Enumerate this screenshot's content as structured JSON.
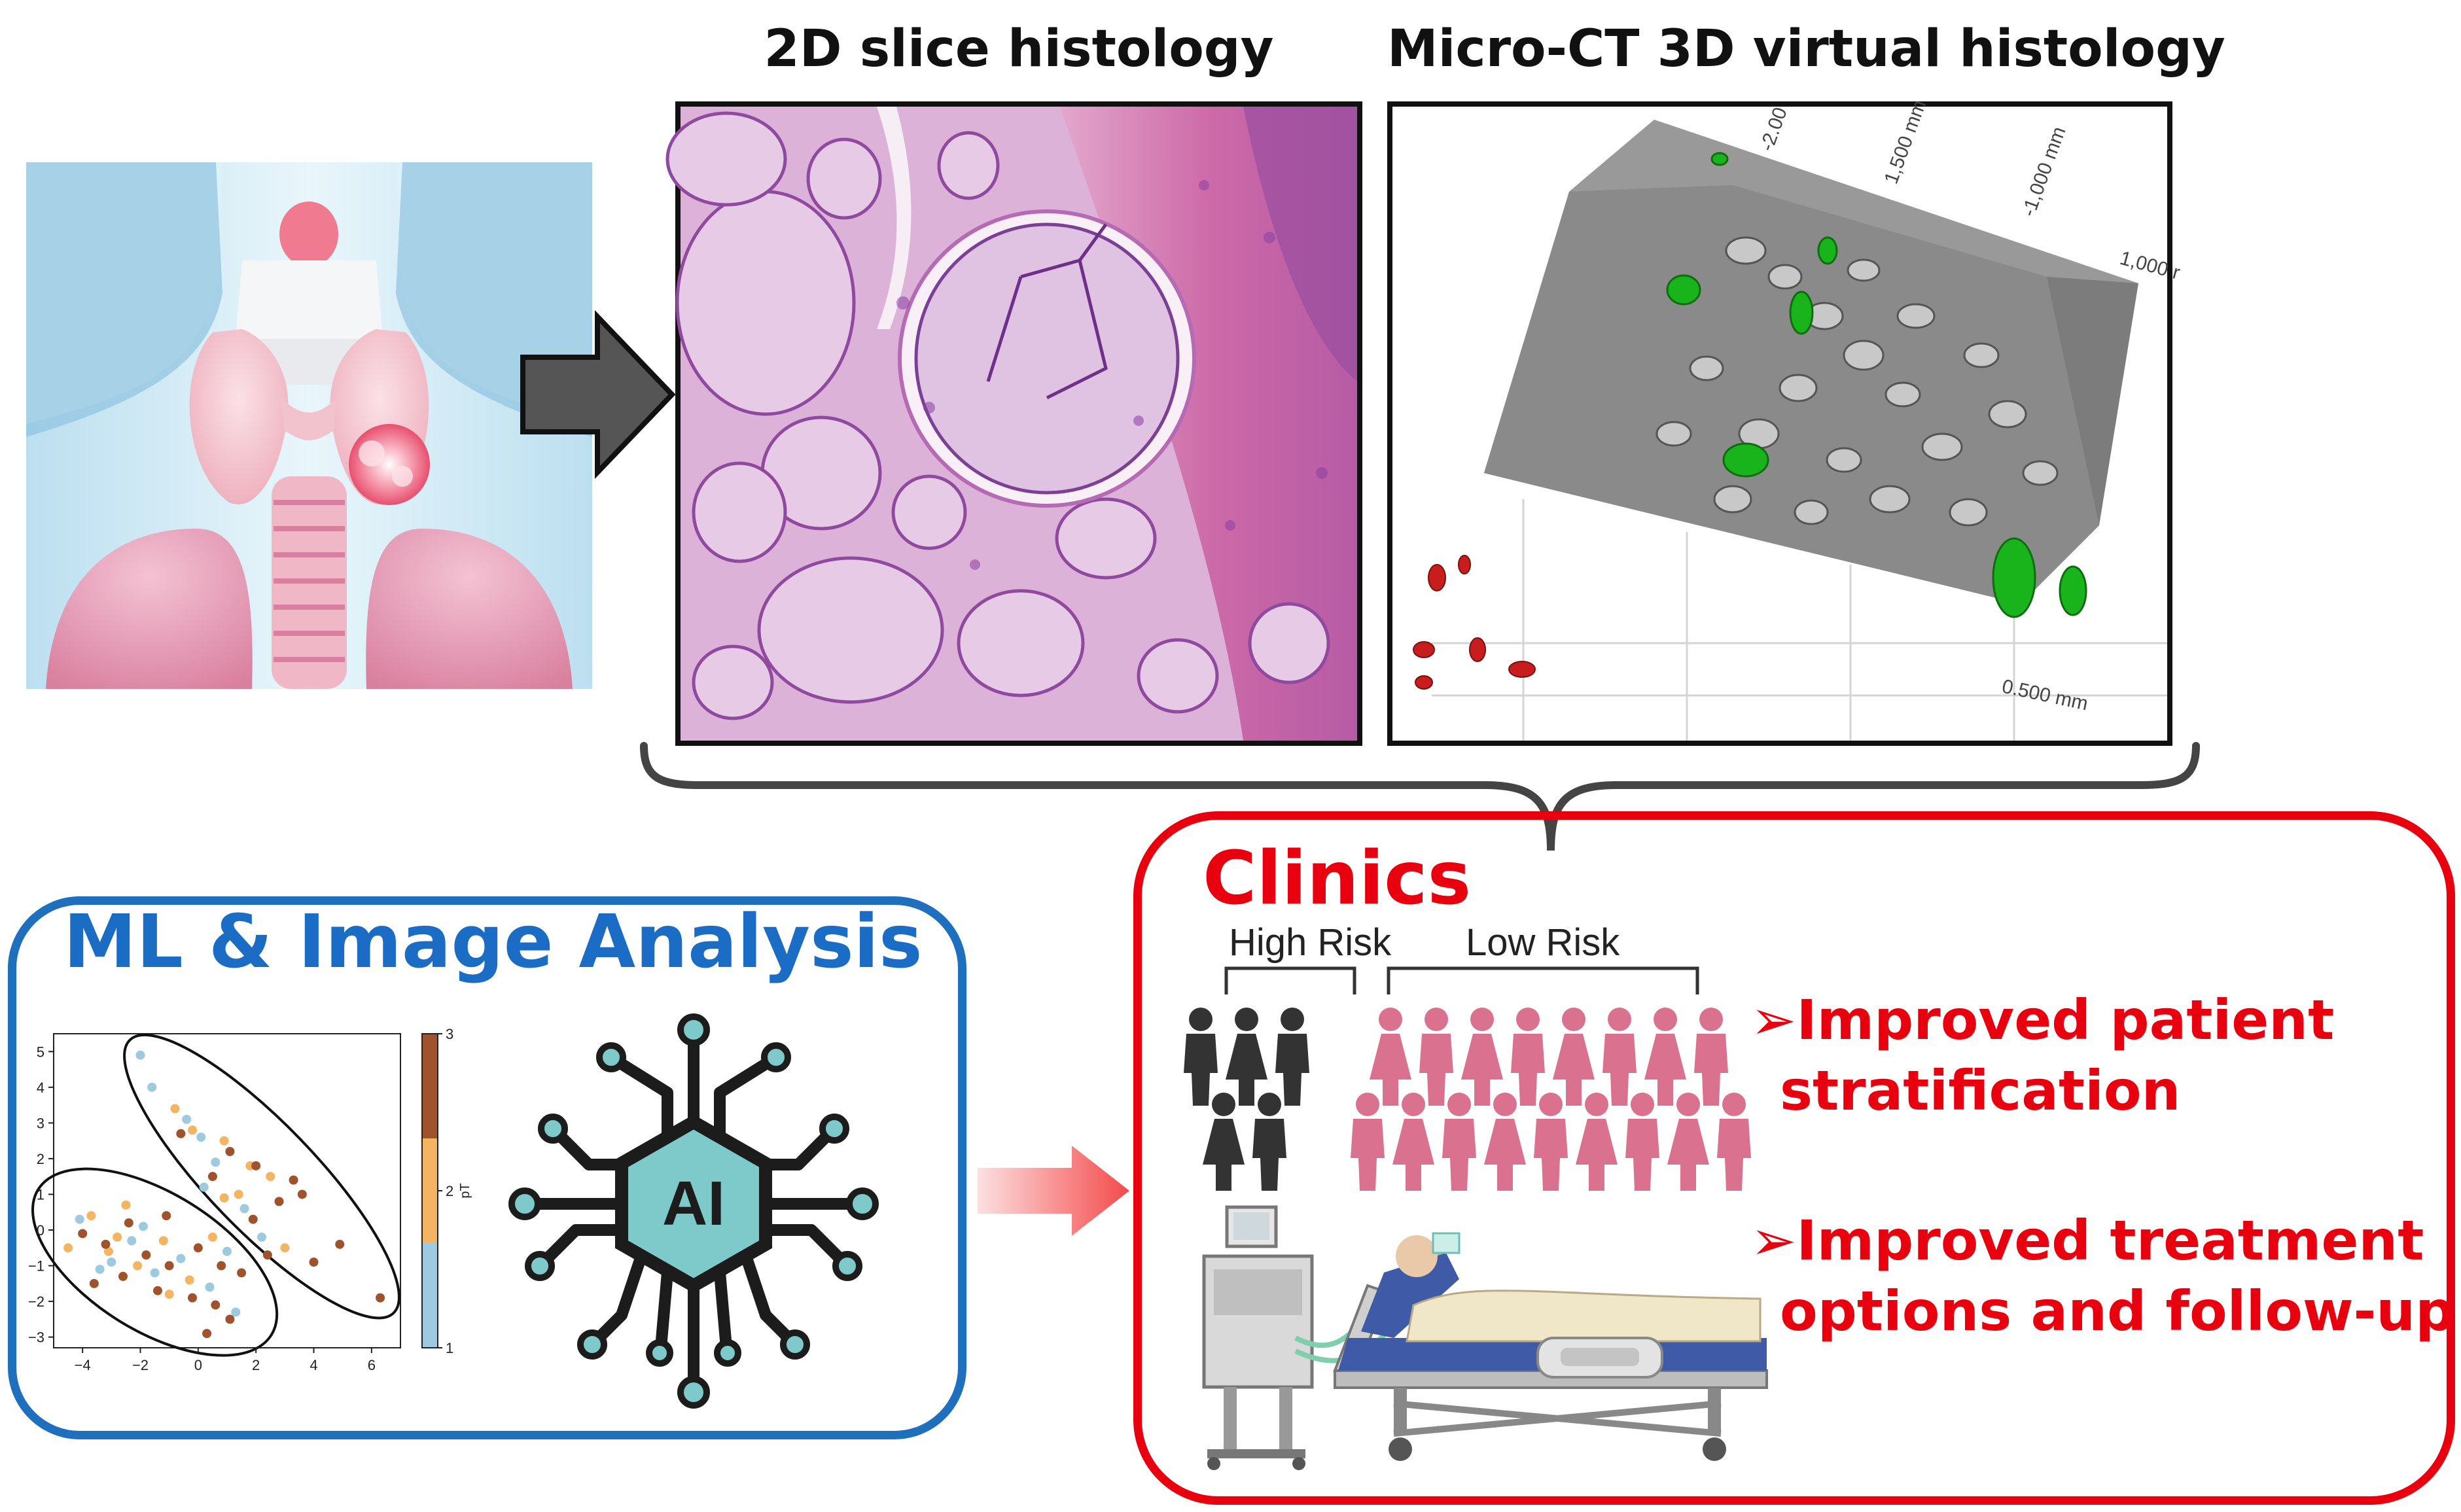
{
  "panels": {
    "histology_2d_title": "2D slice histology",
    "microct_title": "Micro-CT 3D virtual histology",
    "microct_scale_labels": [
      "-2.00",
      "1,500 mm",
      "-1,000 mm",
      "1,000 r",
      "0.500 mm"
    ]
  },
  "ml_box": {
    "title": "ML & Image Analysis",
    "ai_label": "AI",
    "colorbar_label": "pT",
    "colors": {
      "border": "#1f6fbf",
      "title": "#1a6cc4"
    }
  },
  "clinics_box": {
    "title": "Clinics",
    "high_risk_label": "High Risk",
    "low_risk_label": "Low Risk",
    "bullet_1_line_1": "Improved patient",
    "bullet_1_line_2": "stratification",
    "bullet_2_line_1": "Improved treatment",
    "bullet_2_line_2": "options and follow-up",
    "bullet_marker": "➢",
    "colors": {
      "border": "#e8000e",
      "text": "#e8000e",
      "high_risk": "#333333",
      "low_risk": "#d9718f"
    }
  },
  "chart_data": {
    "type": "scatter",
    "title": "",
    "xlabel": "",
    "ylabel": "",
    "xlim": [
      -5,
      7
    ],
    "ylim": [
      -3.3,
      5.5
    ],
    "xticks": [
      -4,
      -2,
      0,
      2,
      4,
      6
    ],
    "yticks": [
      -3,
      -2,
      -1,
      0,
      1,
      2,
      3,
      4,
      5
    ],
    "colorbar": {
      "label": "pT",
      "ticks": [
        1,
        2,
        3
      ],
      "colors": [
        "#9ecae1",
        "#f3b562",
        "#a0522d"
      ]
    },
    "series": [
      {
        "values": [
          [
            -2.0,
            4.9
          ],
          [
            -1.6,
            4.0
          ],
          [
            -0.4,
            3.1
          ],
          [
            0.2,
            1.2
          ],
          [
            0.6,
            1.9
          ],
          [
            1.6,
            0.6
          ],
          [
            2.2,
            -0.2
          ],
          [
            -4.1,
            0.3
          ],
          [
            -3.0,
            -0.9
          ],
          [
            -2.3,
            -0.3
          ],
          [
            -1.5,
            -1.2
          ],
          [
            -0.6,
            -0.8
          ],
          [
            0.4,
            -1.6
          ],
          [
            1.3,
            -2.3
          ],
          [
            -3.4,
            -1.1
          ],
          [
            0.1,
            2.6
          ],
          [
            -1.9,
            0.1
          ],
          [
            1.0,
            -0.6
          ]
        ]
      },
      {
        "values": [
          [
            -0.8,
            3.4
          ],
          [
            -0.2,
            2.8
          ],
          [
            0.9,
            2.5
          ],
          [
            1.4,
            1.0
          ],
          [
            2.5,
            1.5
          ],
          [
            3.0,
            -0.5
          ],
          [
            -4.5,
            -0.5
          ],
          [
            -3.7,
            0.4
          ],
          [
            -2.8,
            -0.2
          ],
          [
            -2.1,
            -1.0
          ],
          [
            -1.2,
            -0.3
          ],
          [
            -0.3,
            -1.4
          ],
          [
            0.5,
            -0.2
          ],
          [
            -3.1,
            -0.6
          ],
          [
            -1.0,
            -1.8
          ],
          [
            0.9,
            0.9
          ],
          [
            -2.5,
            0.7
          ],
          [
            1.8,
            1.8
          ]
        ]
      },
      {
        "values": [
          [
            -0.6,
            2.7
          ],
          [
            0.5,
            1.5
          ],
          [
            1.1,
            2.2
          ],
          [
            2.0,
            1.8
          ],
          [
            2.8,
            0.8
          ],
          [
            3.6,
            1.0
          ],
          [
            4.0,
            -0.9
          ],
          [
            4.9,
            -0.4
          ],
          [
            6.3,
            -1.9
          ],
          [
            -4.0,
            -0.1
          ],
          [
            -3.2,
            -0.4
          ],
          [
            -2.6,
            -1.3
          ],
          [
            -1.8,
            -0.7
          ],
          [
            -1.0,
            -1.0
          ],
          [
            -0.2,
            -1.9
          ],
          [
            0.6,
            -2.1
          ],
          [
            1.1,
            -2.5
          ],
          [
            0.3,
            -2.9
          ],
          [
            1.5,
            -1.2
          ],
          [
            -3.6,
            -1.5
          ],
          [
            -2.4,
            0.2
          ],
          [
            -1.4,
            -1.7
          ],
          [
            0.0,
            -0.5
          ],
          [
            2.4,
            -0.7
          ],
          [
            1.9,
            0.3
          ],
          [
            3.3,
            1.4
          ],
          [
            -1.1,
            0.4
          ],
          [
            0.8,
            -1.0
          ]
        ]
      }
    ]
  }
}
